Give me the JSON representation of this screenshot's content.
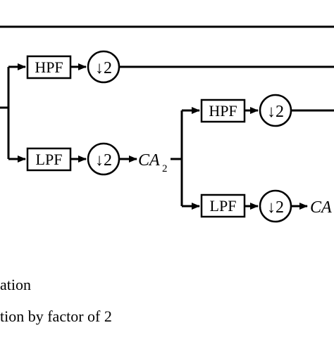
{
  "diagram": {
    "blocks": {
      "hpf_1": "HPF",
      "lpf_1": "LPF",
      "hpf_2": "HPF",
      "lpf_2": "LPF"
    },
    "downsampler_symbol": "↓2",
    "outputs": {
      "ca2_main": "CA",
      "ca2_sub": "2",
      "ca3_partial": "CA"
    },
    "legend": {
      "line_1": "ation",
      "line_2": "tion by factor of 2"
    }
  }
}
